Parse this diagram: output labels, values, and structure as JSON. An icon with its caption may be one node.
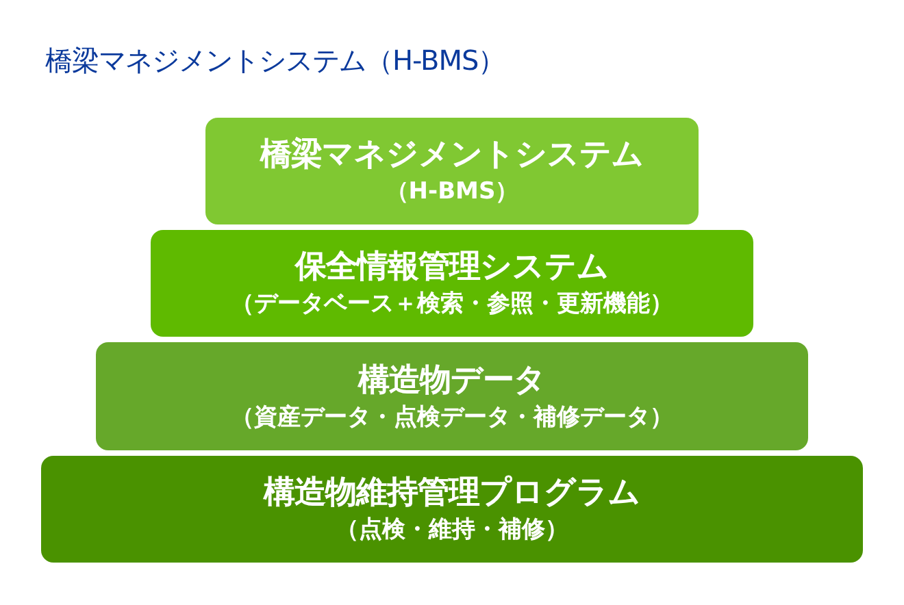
{
  "diagram": {
    "title": "橋梁マネジメントシステム（H-BMS）",
    "nodes": [
      {
        "text": [
          "橋梁マネジメントシステム",
          "（H-BMS）"
        ]
      },
      {
        "text": [
          "保全情報管理システム",
          "（データベース＋検索・参照・更新機能）"
        ]
      },
      {
        "text": [
          "構造物データ",
          "（資産データ・点検データ・補修データ）"
        ]
      },
      {
        "text": [
          "構造物維持管理プログラム",
          "（点検・維持・補修）"
        ]
      }
    ]
  }
}
